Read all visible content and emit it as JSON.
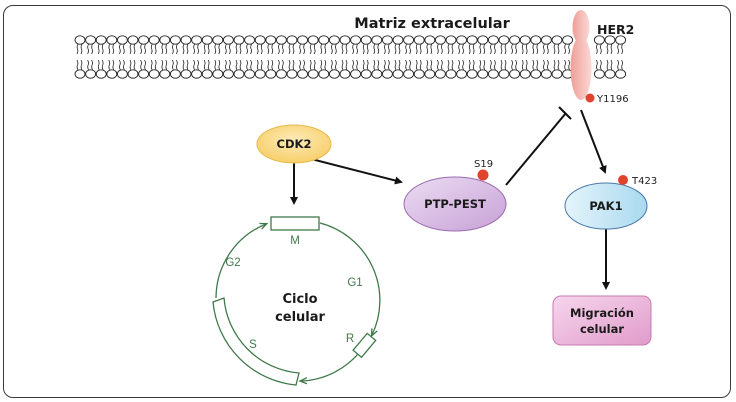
{
  "title": "Matriz extracelular",
  "receptor": {
    "label": "HER2",
    "site": "Y1196"
  },
  "nodes": {
    "cdk2": {
      "label": "CDK2"
    },
    "ptp_pest": {
      "label": "PTP-PEST",
      "site": "S19"
    },
    "pak1": {
      "label": "PAK1",
      "site": "T423"
    },
    "migration": {
      "line1": "Migración",
      "line2": "celular"
    }
  },
  "cell_cycle": {
    "title_line1": "Ciclo",
    "title_line2": "celular",
    "phases": {
      "m": "M",
      "g1": "G1",
      "r": "R",
      "s": "S",
      "g2": "G2"
    }
  },
  "colors": {
    "phospho": "#e0432b",
    "cycle_green": "#3f7a4a",
    "cdk2_fill": "#fbd98a",
    "ptp_fill": "#d9bde3",
    "pak1_fill": "#bfe3f2",
    "migration_fill": "#efb8dc",
    "her2_fill": "#f2b3ad"
  },
  "edges": [
    {
      "from": "CDK2",
      "to": "PTP-PEST",
      "type": "activation"
    },
    {
      "from": "CDK2",
      "to": "Ciclo celular",
      "type": "activation"
    },
    {
      "from": "PTP-PEST",
      "to": "HER2",
      "type": "inhibition"
    },
    {
      "from": "HER2",
      "to": "PAK1",
      "type": "activation"
    },
    {
      "from": "PAK1",
      "to": "Migración celular",
      "type": "activation"
    }
  ]
}
